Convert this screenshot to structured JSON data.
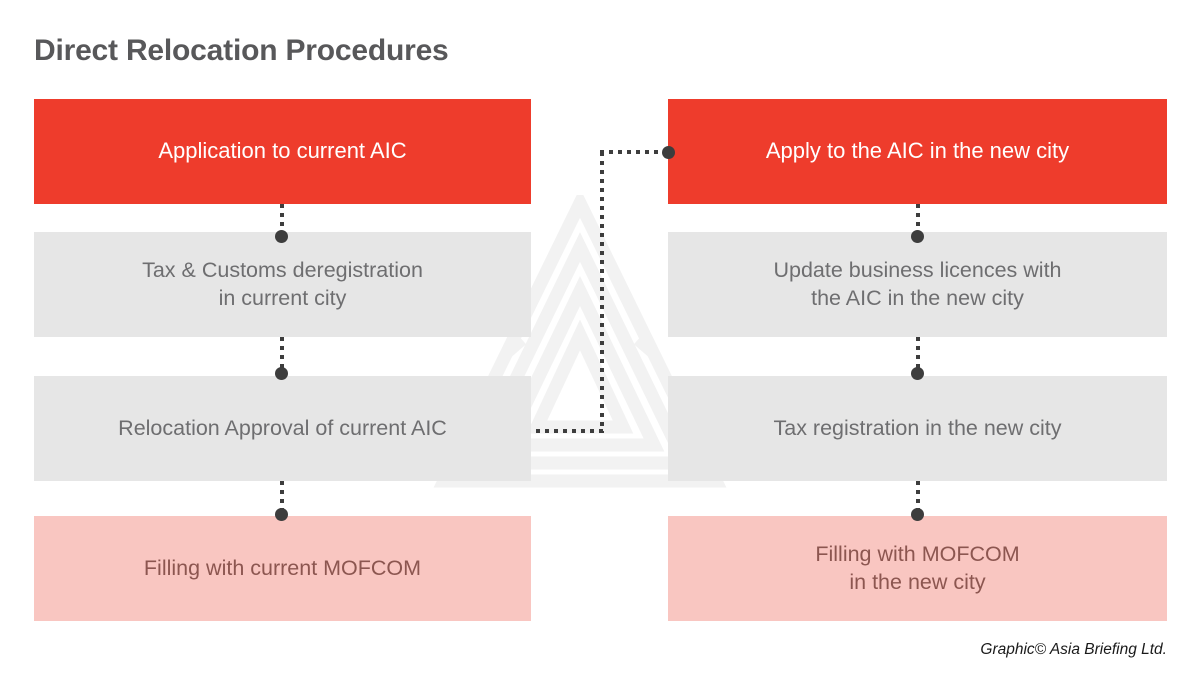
{
  "title": "Direct Relocation Procedures",
  "credit": "Graphic© Asia Briefing Ltd.",
  "colors": {
    "red": "#EE3C2C",
    "gray": "#E6E6E6",
    "pink": "#F9C6C1",
    "title_text": "#58585A",
    "gray_box_text": "#6E6E70",
    "pink_box_text": "#8C5650",
    "red_box_text": "#FFFFFF",
    "connector": "#3D3D3D",
    "background": "#FFFFFF"
  },
  "chart_data": {
    "type": "diagram",
    "title": "Direct Relocation Procedures",
    "layout": "two parallel vertical flowcharts with a cross link",
    "columns": [
      {
        "id": "current-city",
        "steps": [
          {
            "order": 1,
            "label": "Application to current AIC",
            "style": "red"
          },
          {
            "order": 2,
            "label": "Tax & Customs deregistration\nin current city",
            "style": "gray"
          },
          {
            "order": 3,
            "label": "Relocation Approval of current AIC",
            "style": "gray"
          },
          {
            "order": 4,
            "label": "Filling with current MOFCOM",
            "style": "pink"
          }
        ]
      },
      {
        "id": "new-city",
        "steps": [
          {
            "order": 1,
            "label": "Apply to the AIC in the new city",
            "style": "red"
          },
          {
            "order": 2,
            "label": "Update business licences with\nthe AIC in the new city",
            "style": "gray"
          },
          {
            "order": 3,
            "label": "Tax registration in the new city",
            "style": "gray"
          },
          {
            "order": 4,
            "label": "Filling with MOFCOM\nin the new city",
            "style": "pink"
          }
        ]
      }
    ],
    "connectors": [
      {
        "from": "current-city.1",
        "to": "current-city.2",
        "style": "dotted-vertical"
      },
      {
        "from": "current-city.2",
        "to": "current-city.3",
        "style": "dotted-vertical"
      },
      {
        "from": "current-city.3",
        "to": "current-city.4",
        "style": "dotted-vertical"
      },
      {
        "from": "new-city.1",
        "to": "new-city.2",
        "style": "dotted-vertical"
      },
      {
        "from": "new-city.2",
        "to": "new-city.3",
        "style": "dotted-vertical"
      },
      {
        "from": "new-city.3",
        "to": "new-city.4",
        "style": "dotted-vertical"
      },
      {
        "from": "current-city.3",
        "to": "new-city.1",
        "style": "dotted-elbow"
      }
    ]
  },
  "left": {
    "step1": "Application to current AIC",
    "step2": "Tax & Customs deregistration\nin current city",
    "step3": "Relocation Approval of current AIC",
    "step4": "Filling with current MOFCOM"
  },
  "right": {
    "step1": "Apply to the AIC in the new city",
    "step2": "Update business licences with\nthe AIC in the new city",
    "step3": "Tax registration in the new city",
    "step4": "Filling with MOFCOM\nin the new city"
  }
}
